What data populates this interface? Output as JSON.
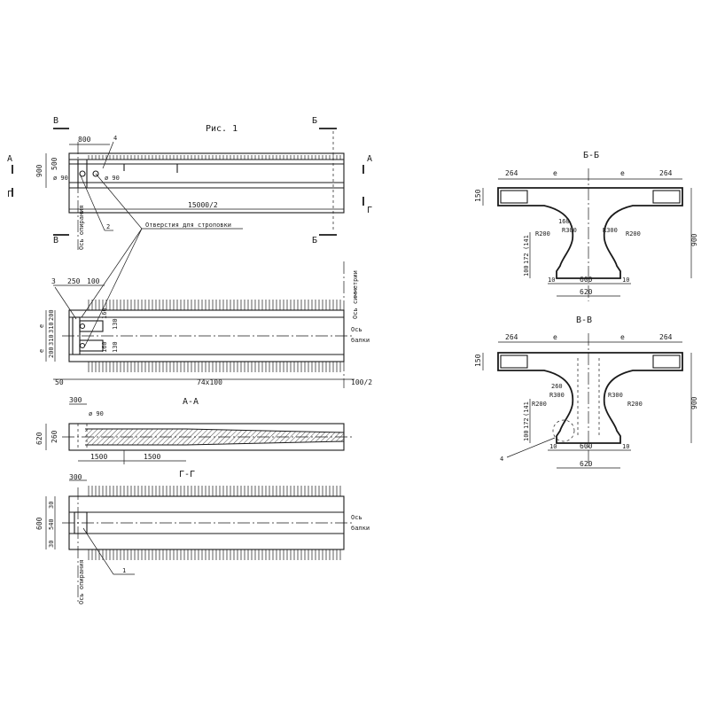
{
  "figure": {
    "title": "Рис. 1",
    "section_marks": {
      "b": "Б",
      "v": "В",
      "a": "А",
      "g": "Г"
    },
    "notes": {
      "holes": "Отверстия для строповки",
      "support_axis": "Ось опирания",
      "symmetry_axis": "Ось симметрии",
      "beam_axis_1": "Ось",
      "beam_axis_2": "балки"
    },
    "callouts": {
      "c1": "1",
      "c2": "2",
      "c3": "3",
      "c4": "4"
    },
    "elevation": {
      "dim_800": "800",
      "dim_900": "900",
      "dim_500": "500",
      "dim_length": "15000/2",
      "hole_d1": "ø 90",
      "hole_d2": "ø 90"
    },
    "plan": {
      "dim_250": "250",
      "dim_100": "100",
      "dim_e1": "e",
      "dim_e2": "e",
      "dim_200a": "200",
      "dim_310a": "310",
      "dim_310b": "310",
      "dim_200b": "200",
      "dim_160a": "160",
      "dim_130a": "130",
      "dim_160b": "160",
      "dim_130b": "130",
      "dim_50": "50",
      "dim_pitch": "74x100",
      "dim_100_2": "100/2"
    },
    "section_aa": {
      "title": "А-А",
      "dim_300": "300",
      "hole_d": "ø 90",
      "dim_620": "620",
      "dim_260": "260",
      "dim_1500a": "1500",
      "dim_1500b": "1500"
    },
    "section_gg": {
      "title": "Г-Г",
      "dim_300": "300",
      "dim_600": "600",
      "dim_30a": "30",
      "dim_540": "540",
      "dim_30b": "30"
    },
    "section_bb": {
      "title": "Б-Б",
      "dim_264a": "264",
      "dim_e1": "e",
      "dim_e2": "e",
      "dim_264b": "264",
      "dim_150": "150",
      "dim_160": "160",
      "r300a": "R300",
      "r300b": "R300",
      "r200a": "R200",
      "r200b": "R200",
      "dim_900": "900",
      "dim_141": "(141",
      "dim_172": "172",
      "dim_100": "100",
      "dim_10a": "10",
      "dim_600": "600",
      "dim_10b": "10",
      "dim_620": "620"
    },
    "section_vv": {
      "title": "В-В",
      "dim_264a": "264",
      "dim_e1": "e",
      "dim_e2": "e",
      "dim_264b": "264",
      "dim_150": "150",
      "dim_260": "260",
      "r300a": "R300",
      "r300b": "R300",
      "r200a": "R200",
      "r200b": "R200",
      "dim_900": "900",
      "dim_141": "(141",
      "dim_172": "172",
      "dim_100": "100",
      "dim_10a": "10",
      "dim_600": "600",
      "dim_10b": "10",
      "dim_620": "620"
    }
  }
}
